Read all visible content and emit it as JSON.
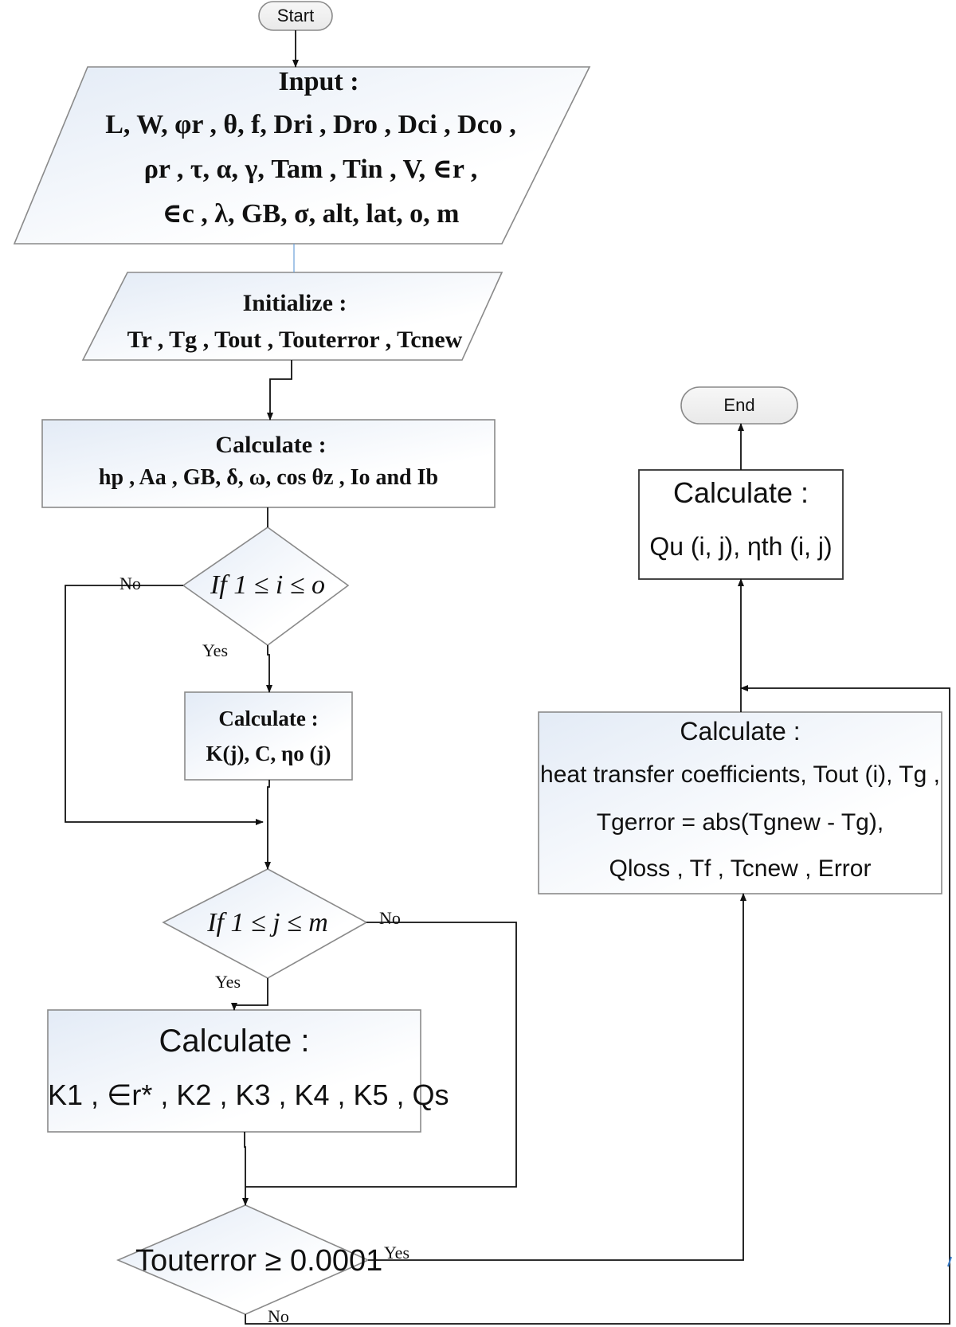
{
  "terminals": {
    "start": "Start",
    "end": "End"
  },
  "input_box": {
    "title": "Input :",
    "line1": "L, W, φr , θ, f, Dri , Dro , Dci , Dco ,",
    "line2": "ρr , τ, α, γ, Tam , Tin , V, ∈r ,",
    "line3": "∈c , λ, GB, σ, alt, lat, o, m"
  },
  "initialize_box": {
    "title": "Initialize :",
    "line1": "Tr , Tg , Tout , Touterror , Tcnew"
  },
  "calc_geometry": {
    "title": "Calculate :",
    "line1": "hp , Aa , GB, δ, ω, cos θz , Io and Ib"
  },
  "decision_i": {
    "text": "If 1 ≤ i ≤ o",
    "no": "No",
    "yes": "Yes"
  },
  "calc_k": {
    "title": "Calculate :",
    "line1": "K(j), C, ηo (j)"
  },
  "decision_j": {
    "text": "If 1 ≤ j ≤ m",
    "no": "No",
    "yes": "Yes"
  },
  "calc_ks": {
    "title": "Calculate :",
    "line1": "K1 , ∈r* , K2 , K3 , K4 , K5 , Qs"
  },
  "decision_error": {
    "text": "Touterror ≥ 0.0001",
    "yes": "Yes",
    "no": "No"
  },
  "calc_heat": {
    "title": "Calculate :",
    "line1": "heat transfer coefficients, Tout (i), Tg ,",
    "line2": "Tgerror = abs(Tgnew - Tg),",
    "line3": "Qloss , Tf , Tcnew , Error"
  },
  "calc_final": {
    "title": "Calculate :",
    "line1": "Qu (i, j), ηth (i, j)"
  },
  "colors": {
    "box_fill_start": "#e6edf7",
    "box_fill_end": "#ffffff",
    "stroke": "#8a8a8a"
  }
}
